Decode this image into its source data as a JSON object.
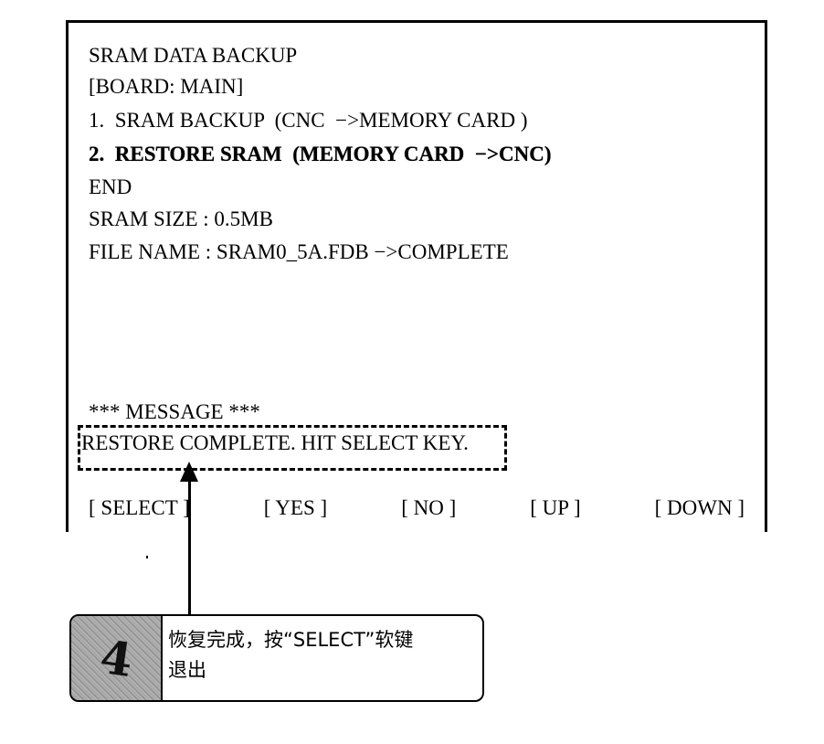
{
  "screen": {
    "title": "SRAM DATA BACKUP",
    "board": "[BOARD: MAIN]",
    "menu": [
      {
        "label": "1.  SRAM BACKUP  (CNC  −>MEMORY CARD )"
      },
      {
        "label": "2.  RESTORE SRAM  (MEMORY CARD  −>CNC)"
      },
      {
        "label": "END"
      }
    ],
    "sram_size": "SRAM SIZE : 0.5MB",
    "file_name": "FILE NAME : SRAM0_5A.FDB −>COMPLETE",
    "message_header": "*** MESSAGE ***",
    "message_text": "RESTORE COMPLETE. HIT SELECT KEY.",
    "softkeys": [
      "[ SELECT ]",
      "[ YES ]",
      "[ NO ]",
      "[ UP ]",
      "[ DOWN ]"
    ]
  },
  "callout": {
    "step": "4",
    "text": "恢复完成，按“SELECT”软键\n退出"
  }
}
